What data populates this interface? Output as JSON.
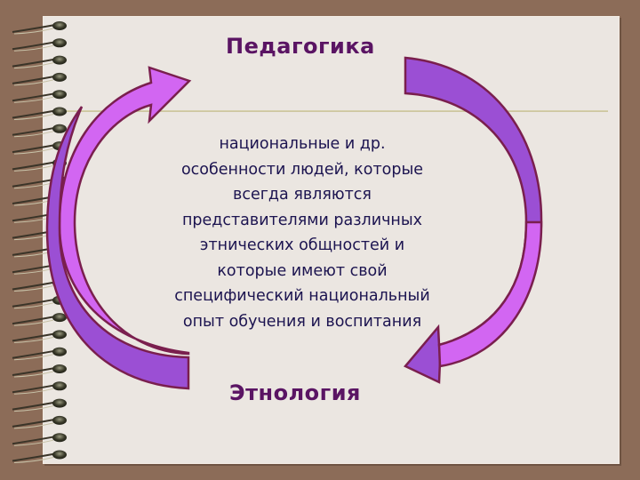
{
  "diagram": {
    "top_label": "Педагогика",
    "bottom_label": "Этнология",
    "center_text_lines": [
      "национальные и др.",
      "особенности людей, которые",
      "всегда являются",
      "представителями различных",
      "этнических общностей и",
      "которые имеют свой",
      "специфический национальный",
      "опыт обучения и воспитания"
    ],
    "arrows": [
      {
        "name": "left-arc-arrow",
        "direction": "up-to-top-label"
      },
      {
        "name": "right-arc-arrow",
        "direction": "down-to-bottom-label"
      }
    ]
  },
  "colors": {
    "background": "#8c6c58",
    "paper": "#ebe6e1",
    "label": "#5a1463",
    "text": "#1c1450",
    "arrow_left_fill": "#d266f2",
    "arrow_right_fill": "#9b4fd4",
    "arrow_stroke": "#7a1f4e"
  }
}
